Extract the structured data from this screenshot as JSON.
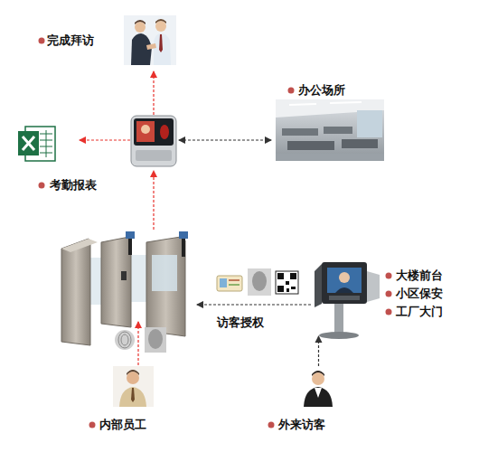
{
  "diagram": {
    "nodes": [
      {
        "text": [
          "完成拜访"
        ]
      },
      {
        "text": [
          "办公场所"
        ]
      },
      {
        "text": [
          "考勤报表"
        ]
      },
      {
        "text": [
          "大楼前台",
          "小区保安",
          "工厂大门"
        ]
      },
      {
        "text": [
          "内部员工"
        ]
      },
      {
        "text": [
          "外来访客"
        ]
      }
    ],
    "edges": [
      {
        "from": 5,
        "to": 3,
        "arrow": "to"
      }
    ],
    "labels": [
      "访客授权"
    ]
  }
}
